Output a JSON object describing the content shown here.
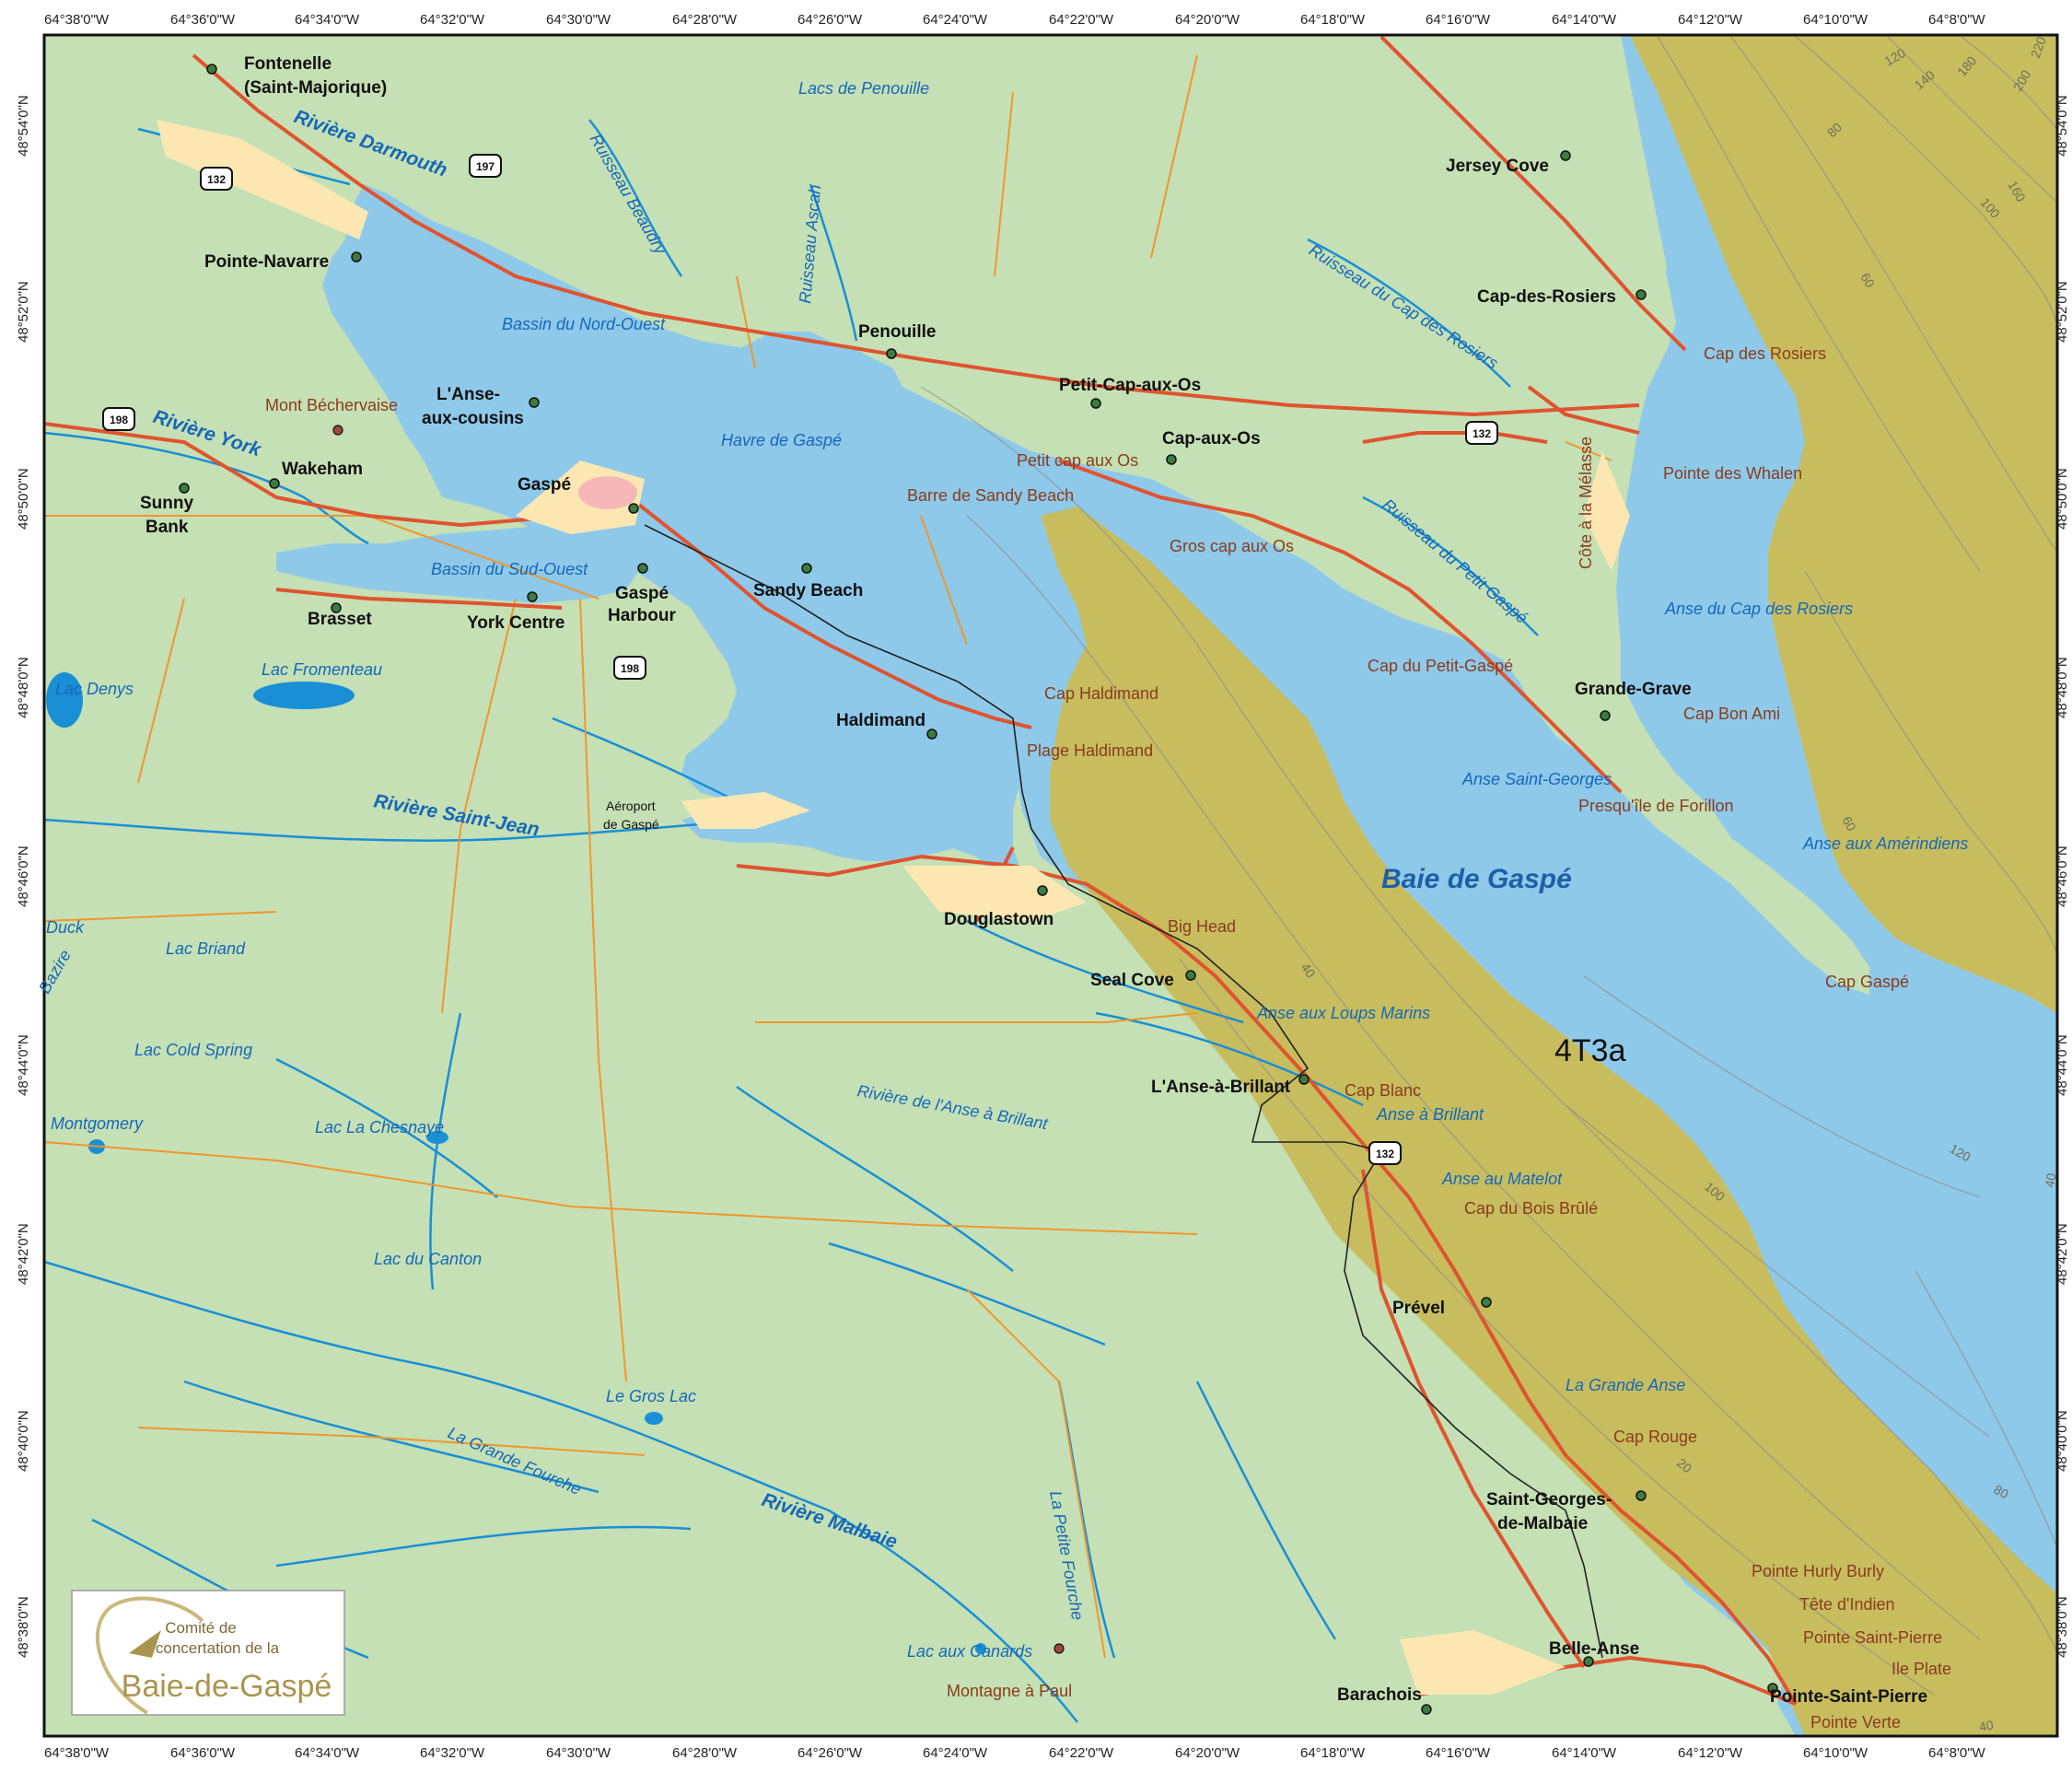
{
  "map": {
    "top_longitudes": [
      "64°38'0\"W",
      "64°36'0\"W",
      "64°34'0\"W",
      "64°32'0\"W",
      "64°30'0\"W",
      "64°28'0\"W",
      "64°26'0\"W",
      "64°24'0\"W",
      "64°22'0\"W",
      "64°20'0\"W",
      "64°18'0\"W",
      "64°16'0\"W",
      "64°14'0\"W",
      "64°12'0\"W",
      "64°10'0\"W",
      "64°8'0\"W"
    ],
    "bottom_longitudes": [
      "64°38'0\"W",
      "64°36'0\"W",
      "64°34'0\"W",
      "64°32'0\"W",
      "64°30'0\"W",
      "64°28'0\"W",
      "64°26'0\"W",
      "64°24'0\"W",
      "64°22'0\"W",
      "64°20'0\"W",
      "64°18'0\"W",
      "64°16'0\"W",
      "64°14'0\"W",
      "64°12'0\"W",
      "64°10'0\"W",
      "64°8'0\"W"
    ],
    "left_latitudes": [
      "48°54'0\"N",
      "48°52'0\"N",
      "48°50'0\"N",
      "48°48'0\"N",
      "48°46'0\"N",
      "48°44'0\"N",
      "48°42'0\"N",
      "48°40'0\"N",
      "48°38'0\"N"
    ],
    "right_latitudes": [
      "48°54'0\"N",
      "48°52'0\"N",
      "48°50'0\"N",
      "48°48'0\"N",
      "48°46'0\"N",
      "48°44'0\"N",
      "48°42'0\"N",
      "48°40'0\"N",
      "48°38'0\"N"
    ],
    "towns": [
      "Fontenelle",
      "(Saint-Majorique)",
      "Pointe-Navarre",
      "L'Anse-",
      "aux-cousins",
      "Wakeham",
      "Sunny",
      "Bank",
      "Gaspé",
      "Brasset",
      "York Centre",
      "Gaspé",
      "Harbour",
      "Sandy Beach",
      "Penouille",
      "Petit-Cap-aux-Os",
      "Cap-aux-Os",
      "Jersey Cove",
      "Cap-des-Rosiers",
      "Grande-Grave",
      "Haldimand",
      "Douglastown",
      "Seal Cove",
      "L'Anse-à-Brillant",
      "Prével",
      "Saint-Georges-",
      "de-Malbaie",
      "Belle-Anse",
      "Barachois",
      "Pointe-Saint-Pierre"
    ],
    "airport": [
      "Aéroport",
      "de Gaspé"
    ],
    "water_labels": [
      "Bassin du Nord-Ouest",
      "Havre de Gaspé",
      "Bassin du Sud-Ouest",
      "Lacs de Penouille",
      "Ruisseau Beaudry",
      "Ruisseau Ascah",
      "Ruisseau du Cap des Rosiers",
      "Ruisseau du Petit Gaspé",
      "Anse du Cap des Rosiers",
      "Anse Saint-Georges",
      "Anse aux Amérindiens",
      "Anse aux Loups Marins",
      "Anse à Brillant",
      "Anse au Matelot",
      "La Grande Anse",
      "Lac Denys",
      "Lac Fromenteau",
      "Lac Briand",
      "Lac Cold Spring",
      "Montgomery",
      "Lac La Chesnaye",
      "Lac du Canton",
      "Le Gros Lac",
      "La Grande Fourche",
      "La Petite Fourche",
      "Lac aux Canards",
      "Rivière de l'Anse à Brillant",
      "Duck",
      "Bazire"
    ],
    "big_water": "Baie de Gaspé",
    "rivers": [
      "Rivière Darmouth",
      "Rivière York",
      "Rivière Saint-Jean",
      "Rivière Malbaie"
    ],
    "features": [
      "Mont Béchervaise",
      "Barre de Sandy Beach",
      "Petit cap aux Os",
      "Gros cap aux Os",
      "Cap des Rosiers",
      "Pointe des Whalen",
      "Côte à la Mélasse",
      "Cap du Petit-Gaspé",
      "Cap Bon Ami",
      "Presqu'île de Forillon",
      "Cap Gaspé",
      "Cap Haldimand",
      "Plage Haldimand",
      "Big Head",
      "Cap Blanc",
      "Cap du Bois Brûlé",
      "Cap Rouge",
      "Pointe Hurly Burly",
      "Tête d'Indien",
      "Pointe Saint-Pierre",
      "Ile Plate",
      "Pointe Verte",
      "Montagne à Paul"
    ],
    "zone_label": "4T3a",
    "highways": [
      "132",
      "197",
      "198",
      "198",
      "132",
      "132"
    ],
    "depths": [
      "120",
      "140",
      "180",
      "200",
      "220",
      "80",
      "160",
      "100",
      "60",
      "60",
      "40",
      "120",
      "100",
      "20",
      "80",
      "40",
      "40"
    ],
    "colors": {
      "land": "#c5e0b4",
      "water": "#8ec9ea",
      "deep_zone": "#c7bd5e",
      "road": "#e0532f",
      "secondary_road": "#f0962e",
      "river": "#1a8fd6",
      "urban": "#fce7b2"
    }
  },
  "logo": {
    "line1": "Comité de",
    "line2": "concertation de la",
    "line3": "Baie-de-Gaspé"
  }
}
